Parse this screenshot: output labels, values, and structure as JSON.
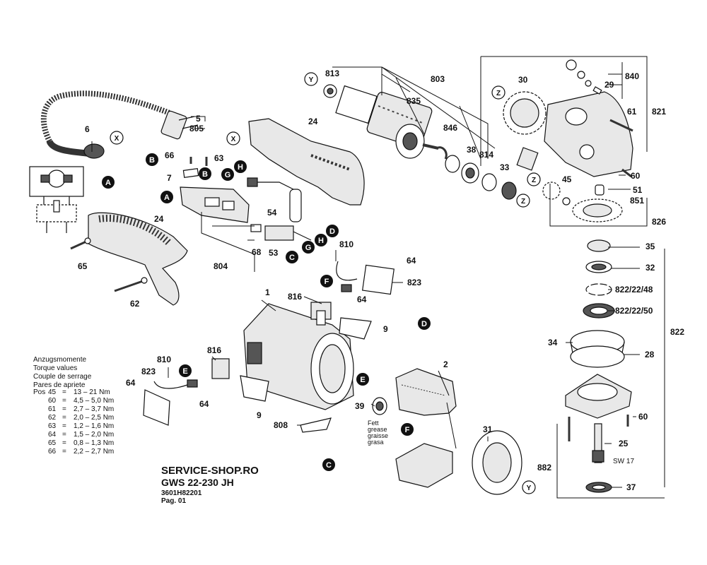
{
  "callouts": {
    "p5": "5",
    "p805": "805",
    "p6": "6",
    "p24a": "24",
    "p24b": "24",
    "p66": "66",
    "p63": "63",
    "p7": "7",
    "p54": "54",
    "p68": "68",
    "p53": "53",
    "p804": "804",
    "p65": "65",
    "p62": "62",
    "p813": "813",
    "p803": "803",
    "p835": "835",
    "p846": "846",
    "p38": "38",
    "p814": "814",
    "p33": "33",
    "p30": "30",
    "p840": "840",
    "p29": "29",
    "p821": "821",
    "p61": "61",
    "p60a": "60",
    "p51": "51",
    "p851": "851",
    "p45": "45",
    "p826": "826",
    "p35": "35",
    "p32": "32",
    "p822_48": "822/22/48",
    "p822_50": "822/22/50",
    "p822": "822",
    "p34": "34",
    "p28": "28",
    "p60b": "60",
    "p25": "25",
    "sw17": "SW 17",
    "p882": "882",
    "p37": "37",
    "p810a": "810",
    "p64a": "64",
    "p823a": "823",
    "p816a": "816",
    "p64b": "64",
    "p9a": "9",
    "p1": "1",
    "p810b": "810",
    "p816b": "816",
    "p823b": "823",
    "p64c": "64",
    "p64d": "64",
    "p9b": "9",
    "p808": "808",
    "p2": "2",
    "p39": "39",
    "p31": "31"
  },
  "markers": {
    "X": "X",
    "Y": "Y",
    "Z": "Z",
    "A": "A",
    "B": "B",
    "C": "C",
    "D": "D",
    "E": "E",
    "F": "F",
    "G": "G",
    "H": "H"
  },
  "grease": [
    "Fett",
    "grease",
    "graisse",
    "grasa"
  ],
  "torque": {
    "titles": [
      "Anzugsmomente",
      "Torque values",
      "Couple de serrage",
      "Pares de apriete"
    ],
    "pos_label": "Pos",
    "rows": [
      {
        "pos": "45",
        "eq": "=",
        "val": "13 – 21 Nm"
      },
      {
        "pos": "60",
        "eq": "=",
        "val": "4,5 – 5,0 Nm"
      },
      {
        "pos": "61",
        "eq": "=",
        "val": "2,7 – 3,7 Nm"
      },
      {
        "pos": "62",
        "eq": "=",
        "val": "2,0 – 2,5 Nm"
      },
      {
        "pos": "63",
        "eq": "=",
        "val": "1,2 – 1,6 Nm"
      },
      {
        "pos": "64",
        "eq": "=",
        "val": "1,5 – 2,0 Nm"
      },
      {
        "pos": "65",
        "eq": "=",
        "val": "0,8 – 1,3 Nm"
      },
      {
        "pos": "66",
        "eq": "=",
        "val": "2,2 – 2,7 Nm"
      }
    ]
  },
  "footer": {
    "shop": "SERVICE-SHOP.RO",
    "model": "GWS 22-230 JH",
    "code": "3601H82201",
    "page": "Pag. 01"
  }
}
